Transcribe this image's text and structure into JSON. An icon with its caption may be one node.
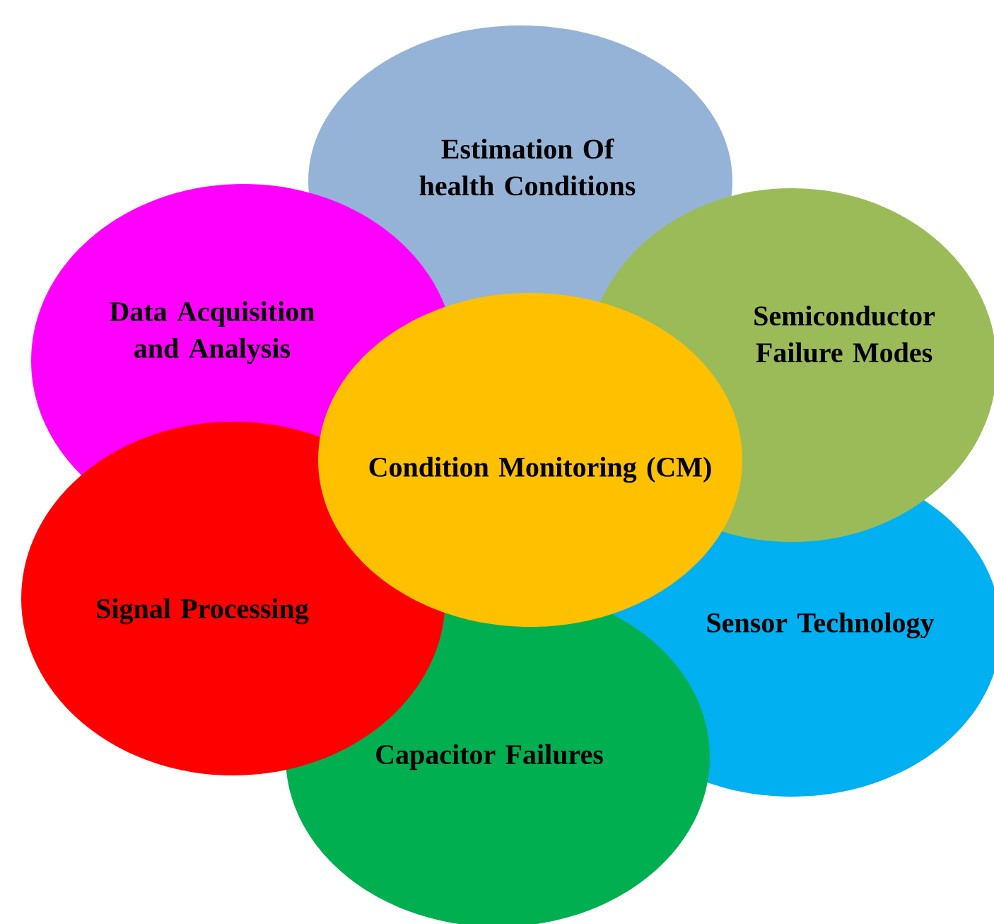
{
  "diagram": {
    "nodes": [
      {
        "text": [
          "Estimation Of health Conditions"
        ]
      },
      {
        "text": [
          "Data Acquisition and Analysis"
        ]
      },
      {
        "text": [
          "Semiconductor Failure Modes"
        ]
      },
      {
        "text": [
          "Condition Monitoring (CM)"
        ]
      },
      {
        "text": [
          "Signal Processing"
        ]
      },
      {
        "text": [
          "Sensor Technology"
        ]
      },
      {
        "text": [
          "Capacitor Failures"
        ]
      }
    ]
  }
}
